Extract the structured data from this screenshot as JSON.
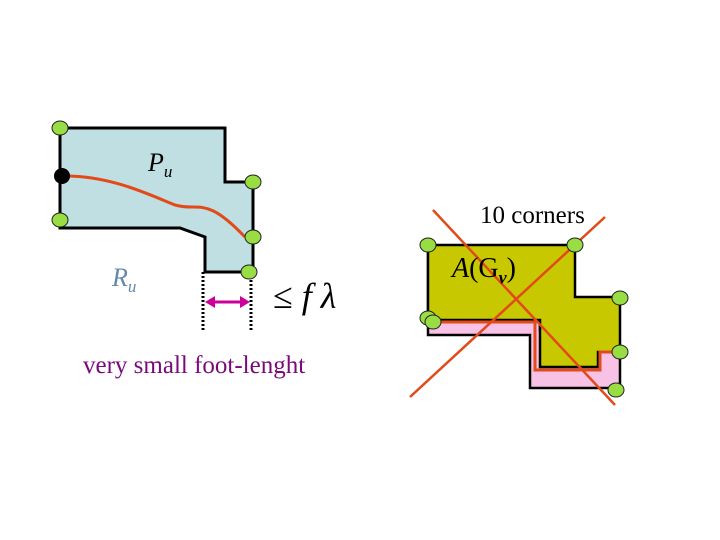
{
  "left_figure": {
    "path_label": {
      "main": "P",
      "sub": "u"
    },
    "region_label": {
      "main": "R",
      "sub": "u"
    },
    "bound": {
      "leq": "≤",
      "f": "f",
      "lambda": "λ"
    },
    "caption": "very small foot-lenght"
  },
  "right_figure": {
    "corners_text": "10 corners",
    "area_label": {
      "a": "A",
      "paren_open": "(G",
      "sub": "v",
      "paren_close": ")"
    }
  },
  "colors": {
    "region_fill": "#bfdfe2",
    "corner_node": "#99dd44",
    "start_node": "#000000",
    "path": "#e24a1a",
    "foot_arrow": "#cc0099",
    "olive_fill": "#c8c800",
    "pink_fill": "#f7c2e6",
    "cross": "#e24a1a",
    "caption": "#7a0a7a",
    "region_text": "#6688aa"
  }
}
